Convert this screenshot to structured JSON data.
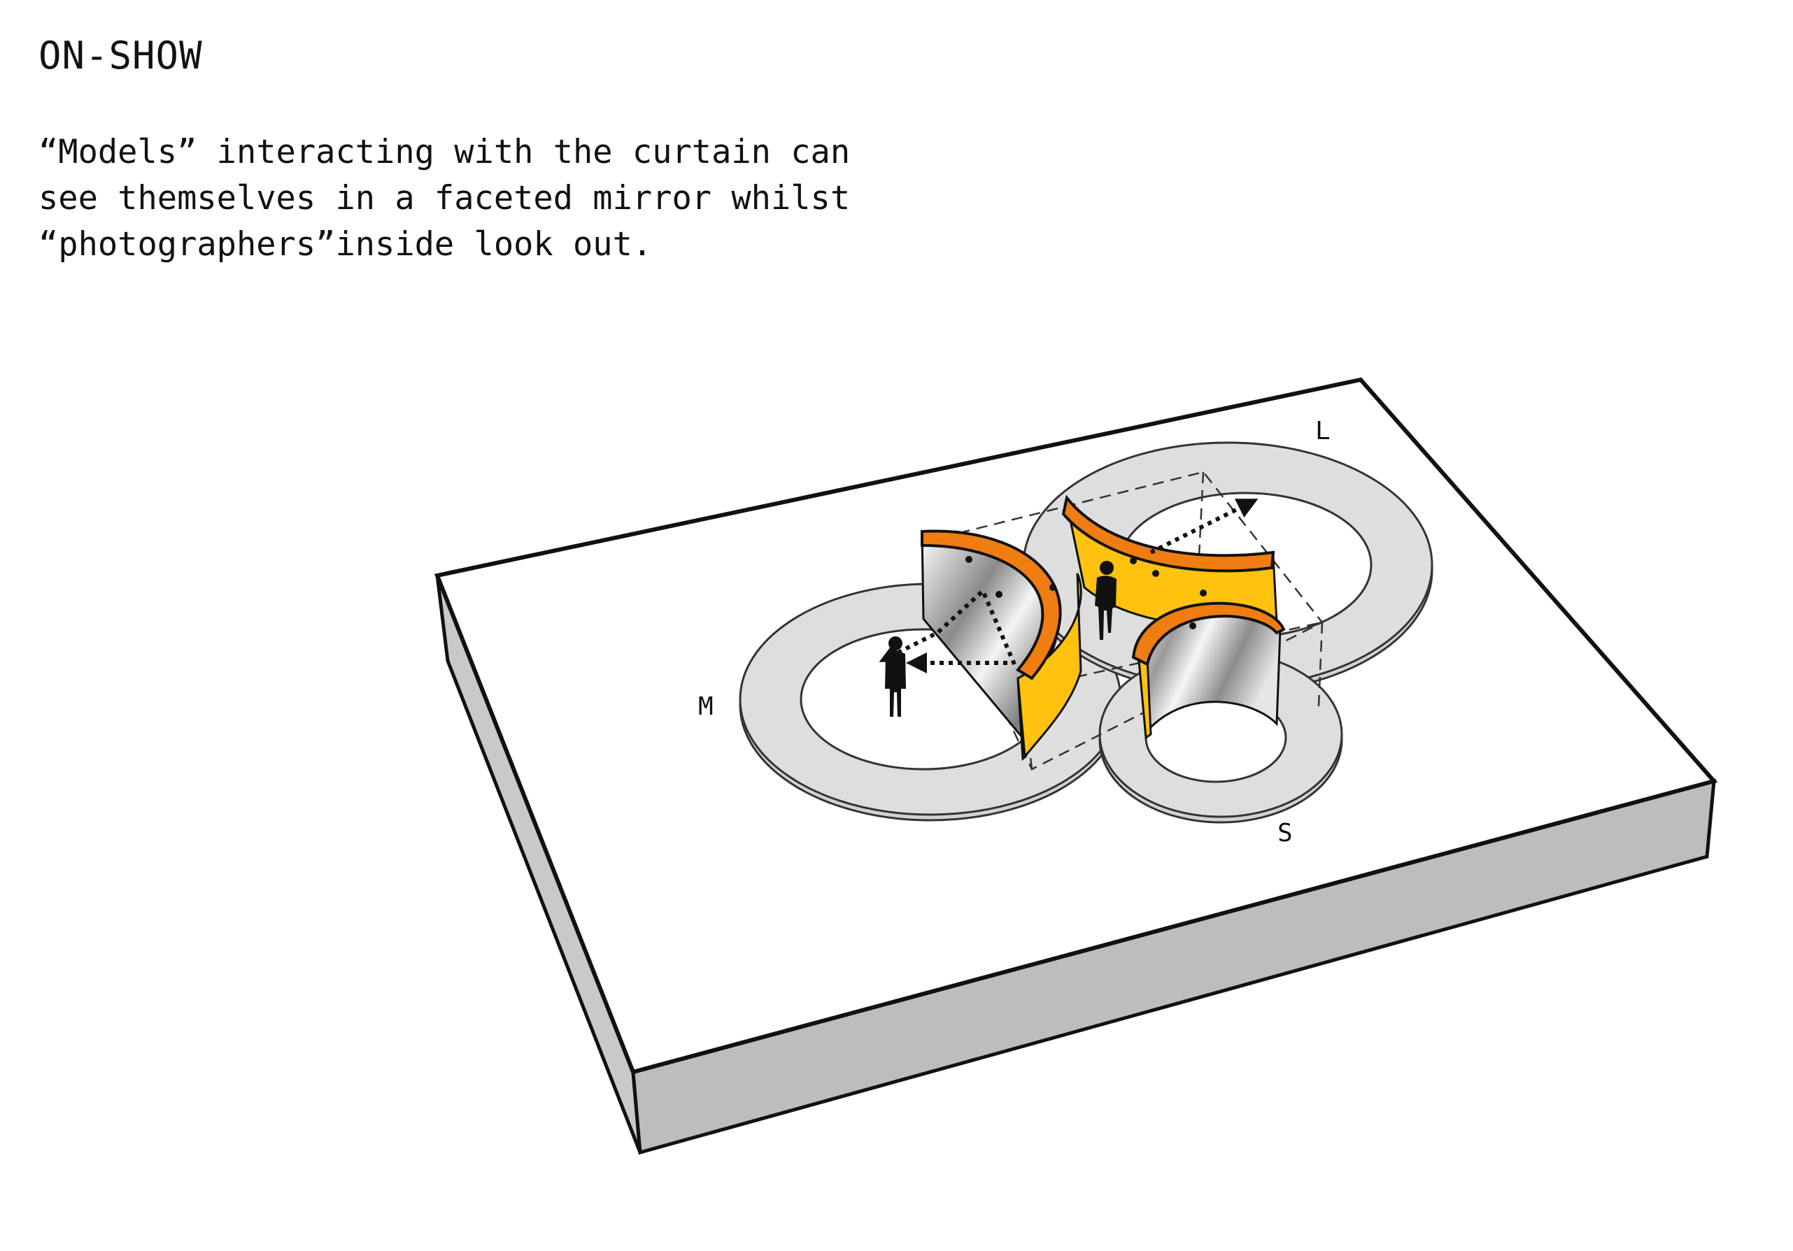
{
  "title": "ON-SHOW",
  "caption": {
    "line1": "“Models” interacting with the curtain can",
    "line2": "see themselves in a faceted mirror whilst",
    "line3": "“photographers”inside look out."
  },
  "labels": {
    "large": "L",
    "medium": "M",
    "small": "S"
  },
  "colors": {
    "orange_rim": "#F07D12",
    "yellow_curtain": "#FFC20E",
    "ring_grey": "#DCDCDC",
    "base_side": "#BDBDBD",
    "outline": "#111111"
  }
}
